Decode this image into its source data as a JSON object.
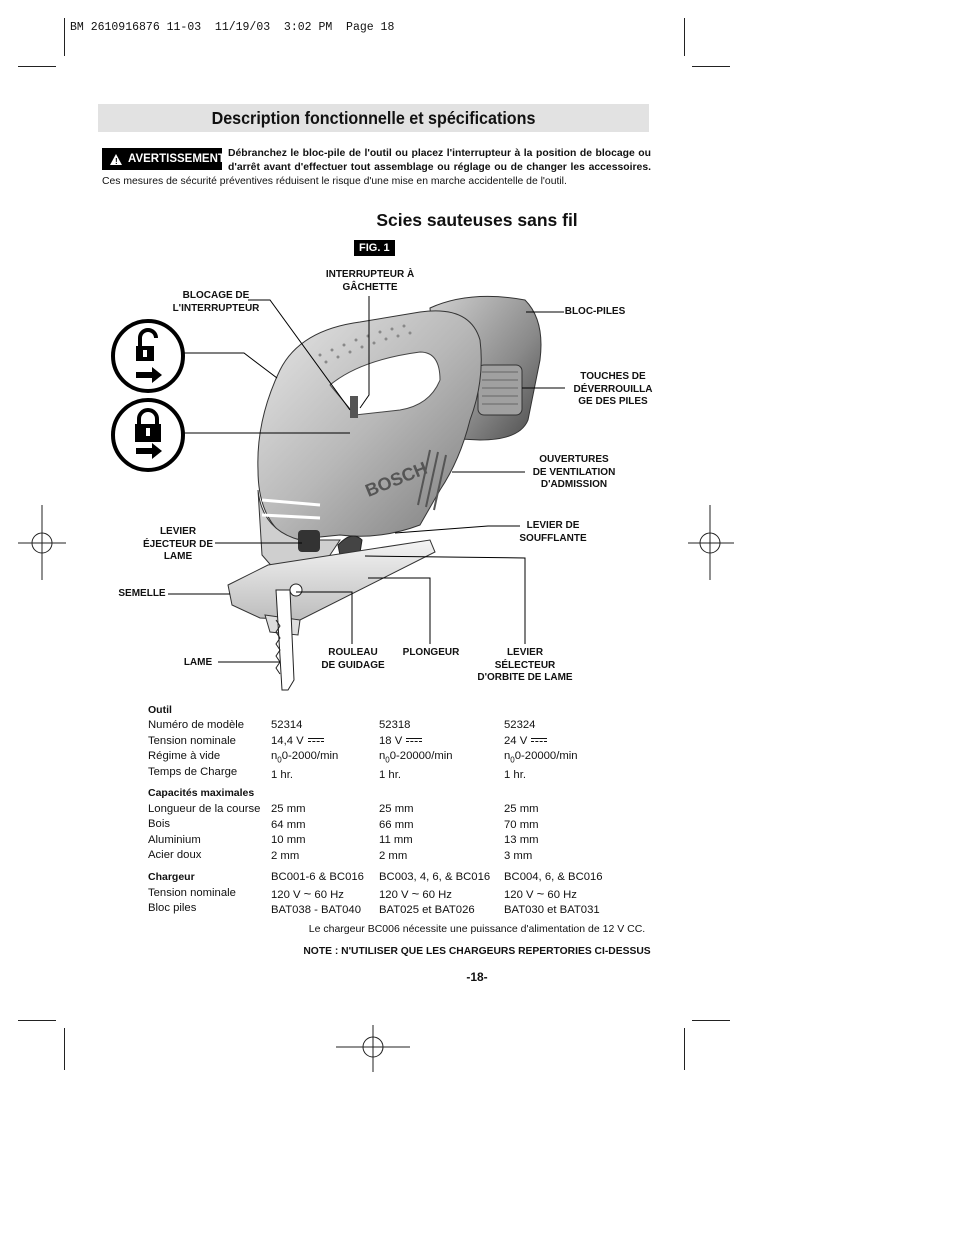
{
  "slug": "BM 2610916876 11-03  11/19/03  3:02 PM  Page 18",
  "title": "Description fonctionnelle et spécifications",
  "warning": {
    "label": "AVERTISSEMENT",
    "bold_text": "Débranchez le bloc-pile de l'outil ou placez l'interrupteur à la position de blocage ou d'arrêt avant d'effectuer tout assemblage ou réglage ou de changer les accessoires.",
    "text": " Ces mesures de sécurité préventives réduisent le risque d'une mise en marche accidentelle de l'outil."
  },
  "subtitle": "Scies sauteuses sans fil",
  "figure": {
    "label": "FIG. 1",
    "brand": "BOSCH",
    "callouts": {
      "trigger": [
        "INTERRUPTEUR À",
        "GÂCHETTE"
      ],
      "switch_lock": [
        "BLOCAGE DE",
        "L'INTERRUPTEUR"
      ],
      "battery": [
        "BLOC-PILES"
      ],
      "release": [
        "TOUCHES DE",
        "DÉVERROUILLA",
        "GE DES PILES"
      ],
      "vents": [
        "OUVERTURES",
        "DE VENTILATION",
        "D'ADMISSION"
      ],
      "blower": [
        "LEVIER DE",
        "SOUFFLANTE"
      ],
      "ejector": [
        "LEVIER",
        "ÉJECTEUR DE",
        "LAME"
      ],
      "shoe": [
        "SEMELLE"
      ],
      "roller": [
        "ROULEAU",
        "DE GUIDAGE"
      ],
      "plunger": [
        "PLONGEUR"
      ],
      "orbit": [
        "LEVIER",
        "SÉLECTEUR",
        "D'ORBITE DE LAME"
      ],
      "blade": [
        "LAME"
      ]
    }
  },
  "specs": {
    "tool": {
      "heading": "Outil",
      "rows": [
        {
          "label": "Numéro de modèle",
          "values": [
            "52314",
            "52318",
            "52324"
          ]
        },
        {
          "label": "Tension nominale",
          "values": [
            "14,4 V",
            "18 V",
            "24 V"
          ],
          "symbol": "dc"
        },
        {
          "label": "Régime à vide",
          "prefix": "n",
          "sub": "0",
          "values": [
            "0-2000/min",
            "0-20000/min",
            "0-20000/min"
          ]
        },
        {
          "label": "Temps de Charge",
          "values": [
            "1 hr.",
            "1 hr.",
            "1 hr."
          ]
        }
      ]
    },
    "capacities": {
      "heading": "Capacités maximales",
      "rows": [
        {
          "label": "Longueur de la course",
          "values": [
            "25 mm",
            "25 mm",
            "25 mm"
          ]
        },
        {
          "label": "Bois",
          "values": [
            "64 mm",
            "66 mm",
            "70 mm"
          ]
        },
        {
          "label": "Aluminium",
          "values": [
            "10 mm",
            "11 mm",
            "13 mm"
          ]
        },
        {
          "label": "Acier doux",
          "values": [
            "2 mm",
            "2 mm",
            "3 mm"
          ]
        }
      ]
    },
    "charger": {
      "heading": "Chargeur",
      "models": [
        "BC001-6 & BC016",
        "BC003, 4, 6, & BC016",
        "BC004, 6, & BC016"
      ],
      "rows": [
        {
          "label": "Tension nominale",
          "pre": "120 V",
          "post": "60 Hz",
          "symbol": "~"
        },
        {
          "label": "Bloc piles",
          "values": [
            "BAT038 - BAT040",
            "BAT025 et BAT026",
            "BAT030 et BAT031"
          ]
        }
      ]
    }
  },
  "note1": "Le chargeur BC006 nécessite une puissance d'alimentation de 12 V CC.",
  "note2": "NOTE : N'UTILISER QUE LES CHARGEURS REPERTORIES CI-DESSUS",
  "page_number": "-18-"
}
